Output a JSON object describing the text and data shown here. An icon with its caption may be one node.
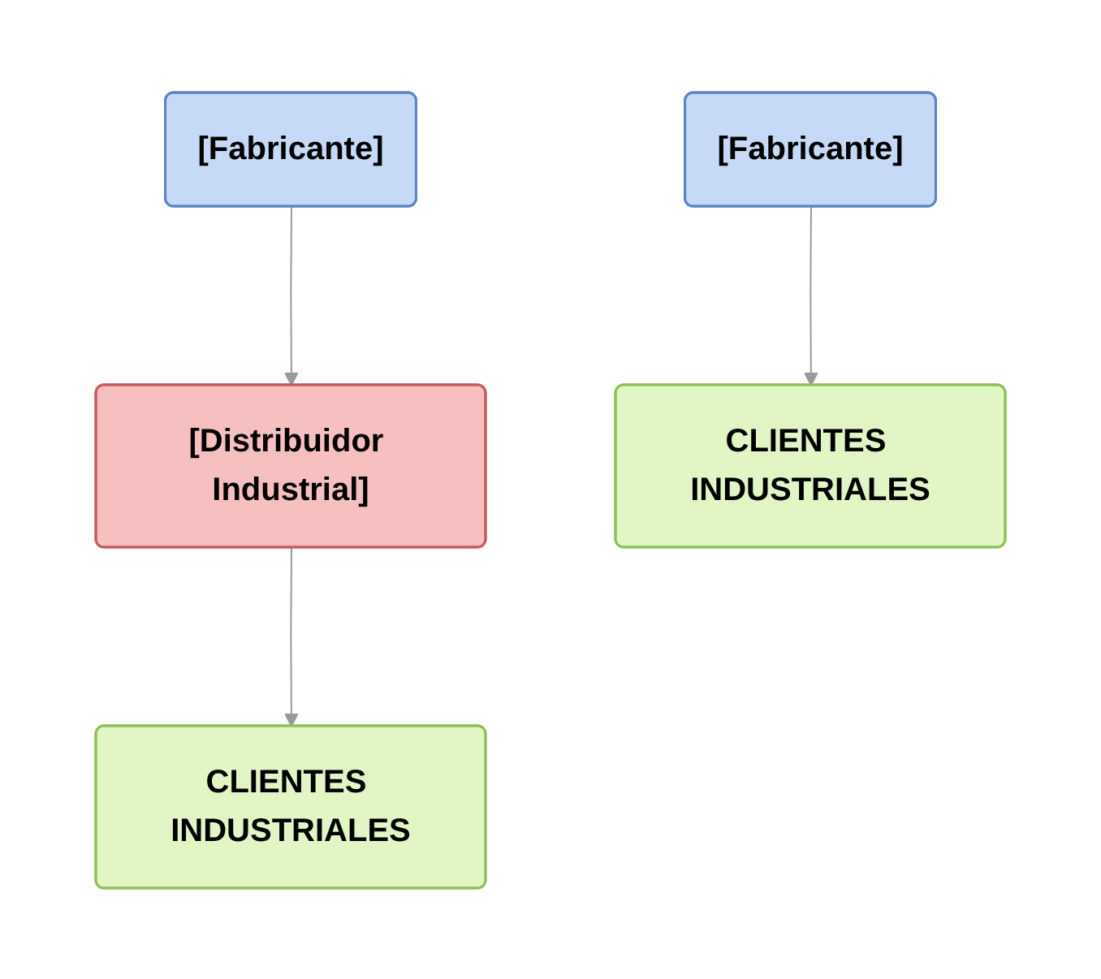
{
  "diagram": {
    "nodes": [
      {
        "text": [
          "[Fabricante]"
        ]
      },
      {
        "text": [
          "[Fabricante]"
        ]
      },
      {
        "text": [
          "[Distribuidor Industrial]"
        ]
      },
      {
        "text": [
          "CLIENTES INDUSTRIALES"
        ]
      },
      {
        "text": [
          "CLIENTES INDUSTRIALES"
        ]
      }
    ],
    "edges": [
      {
        "from": 0,
        "to": 3,
        "arrow": "to"
      },
      {
        "from": 1,
        "to": 2,
        "arrow": "to"
      },
      {
        "from": 2,
        "to": 4,
        "arrow": "to"
      }
    ]
  }
}
